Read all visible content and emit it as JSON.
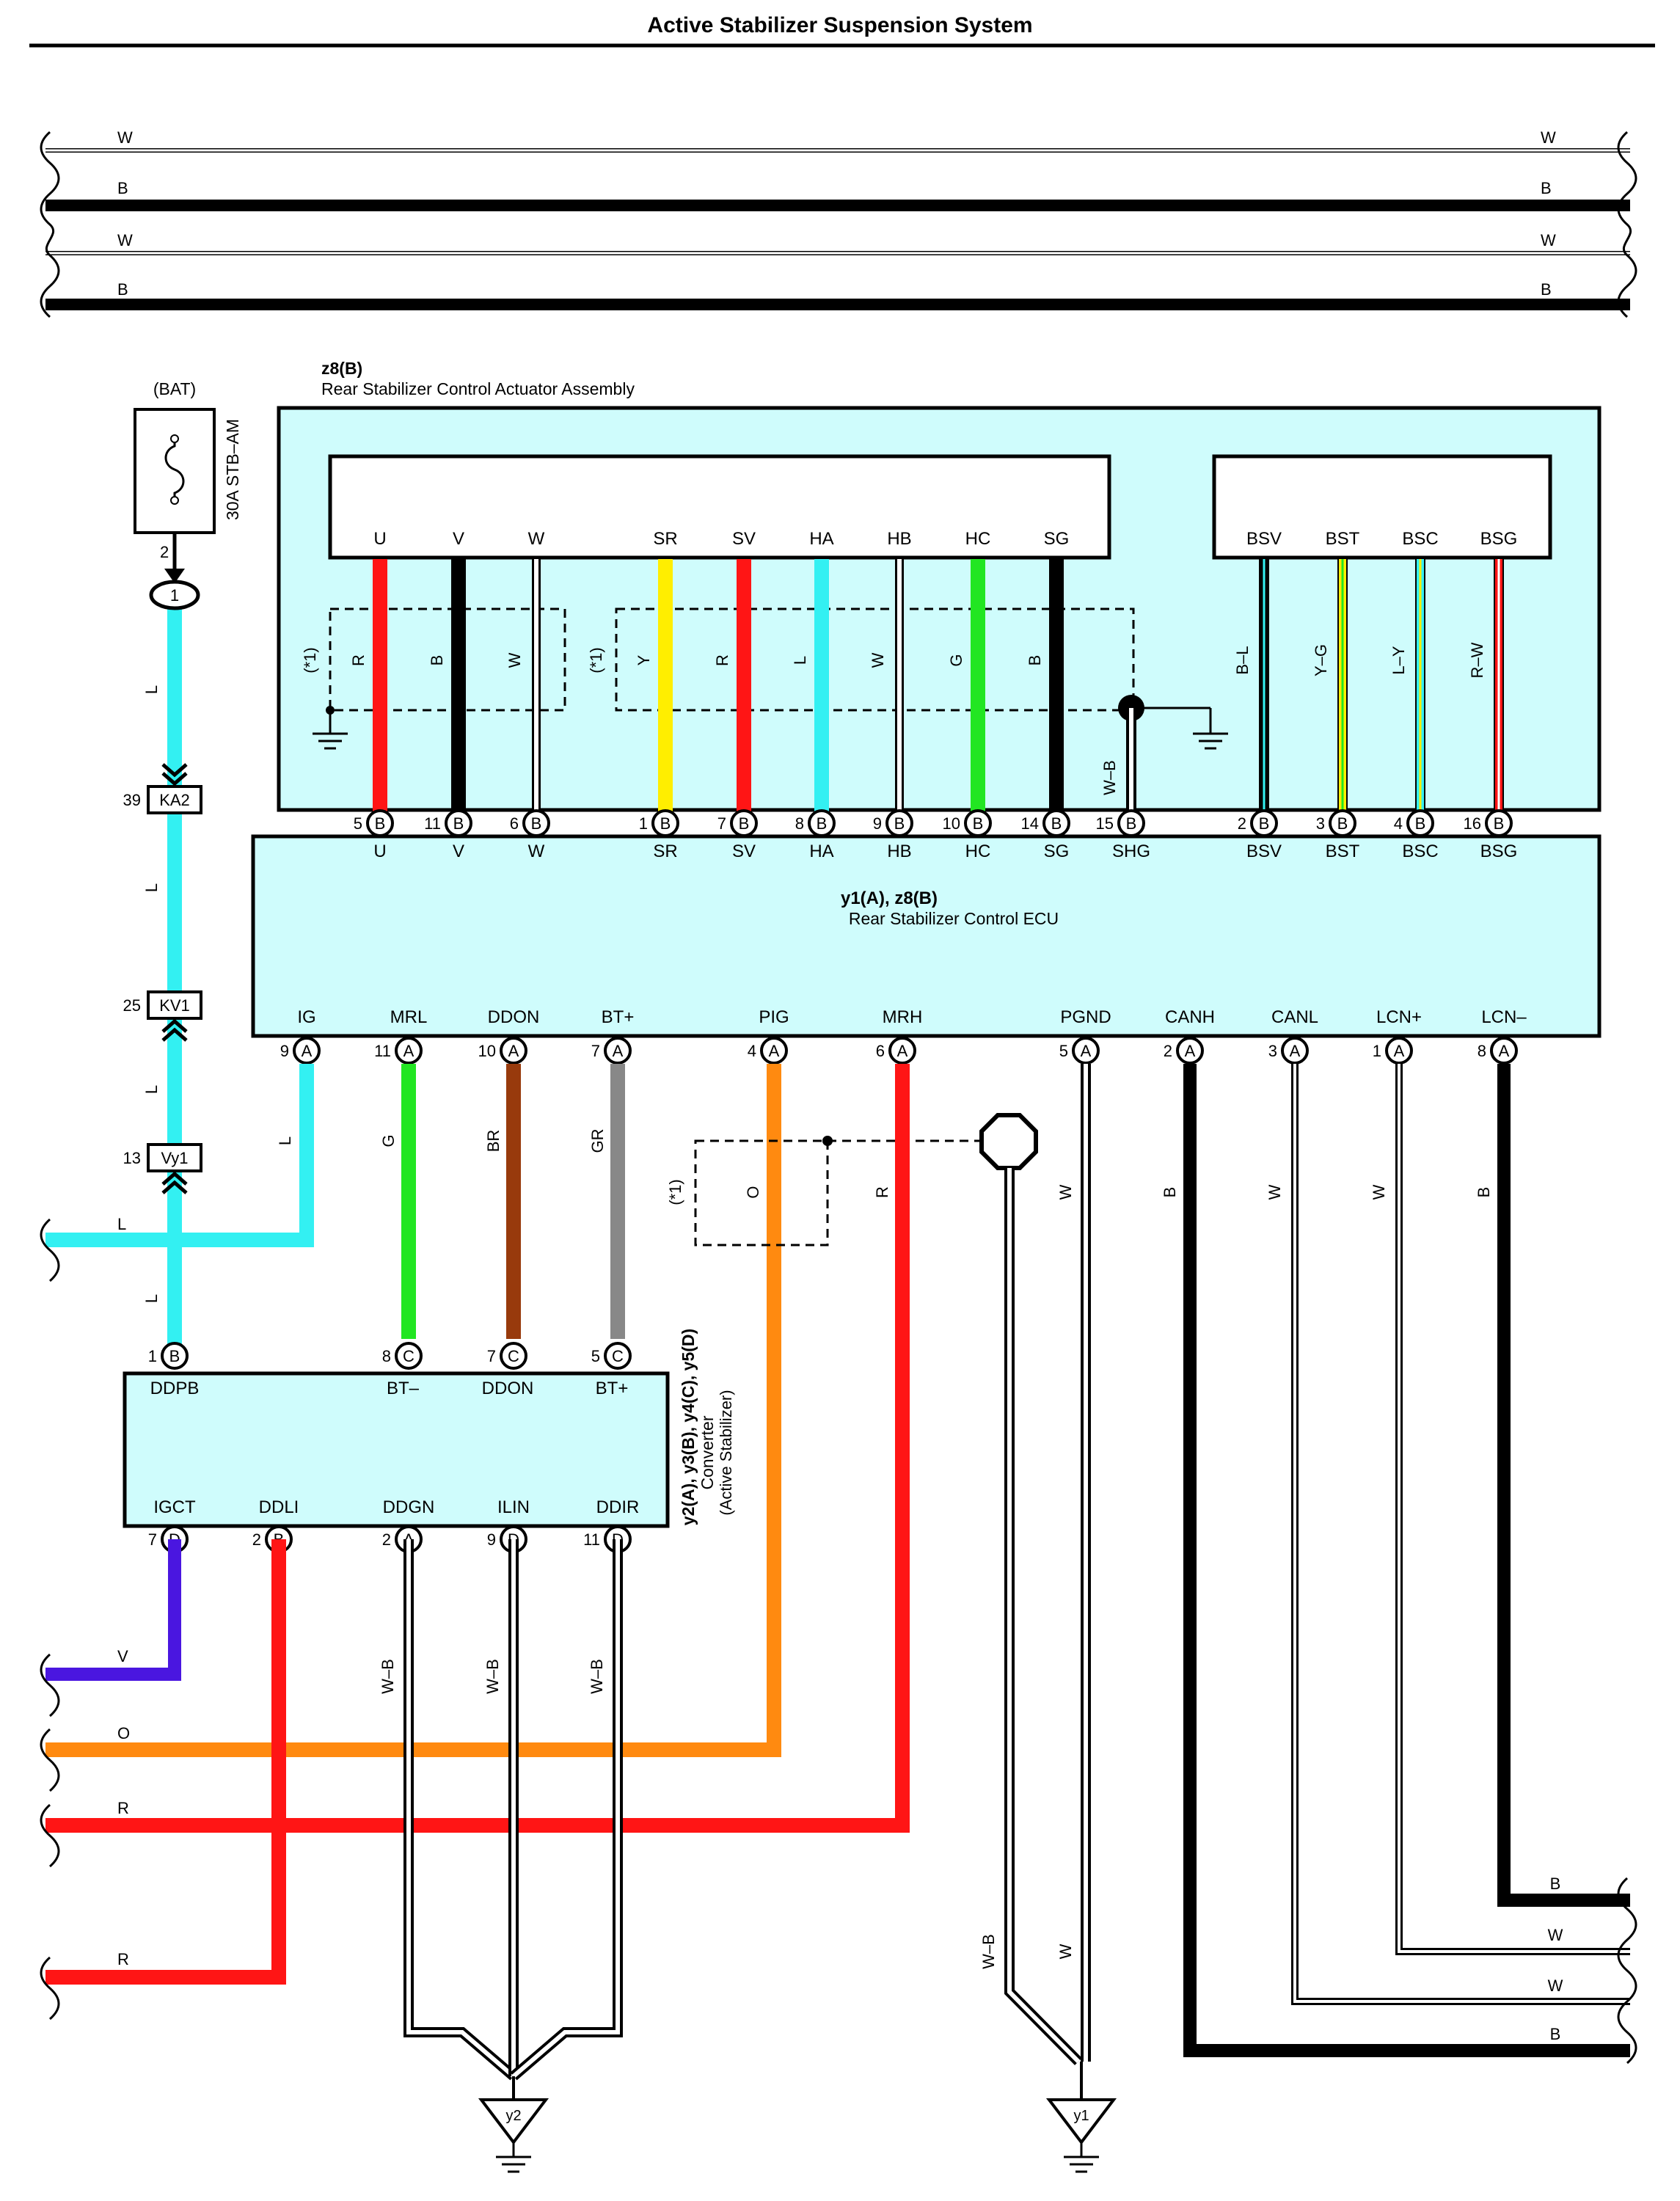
{
  "title": "Active Stabilizer Suspension System",
  "colors": {
    "L": "#33f0f2",
    "R": "#ff1515",
    "B": "#000000",
    "W": "#ffffff",
    "Y": "#ffee00",
    "G": "#22e622",
    "BR": "#983a0c",
    "GR": "#888888",
    "O": "#ff8a10",
    "V": "#4a16e0",
    "panel": "#cffcfc"
  },
  "top_wires": [
    "W",
    "B",
    "W",
    "B"
  ],
  "fuse": {
    "bat_label": "(BAT)",
    "name": "30A STB–AM",
    "pin": "2",
    "junction": "1"
  },
  "connectors_left": [
    {
      "pin": "39",
      "name": "KA2"
    },
    {
      "pin": "25",
      "name": "KV1"
    },
    {
      "pin": "13",
      "name": "Vy1"
    }
  ],
  "actuator": {
    "id": "z8(B)",
    "name": "Rear Stabilizer Control Actuator Assembly",
    "motor_pins": [
      "U",
      "V",
      "W",
      "SR",
      "SV",
      "HA",
      "HB",
      "HC",
      "SG"
    ],
    "sensor_pins": [
      "BSV",
      "BST",
      "BSC",
      "BSG"
    ],
    "shield_note": "(*1)"
  },
  "ecu": {
    "id": "y1(A), z8(B)",
    "name": "Rear Stabilizer Control ECU",
    "top_terminals": [
      {
        "num": "5",
        "conn": "B",
        "name": "U",
        "wire": "R"
      },
      {
        "num": "11",
        "conn": "B",
        "name": "V",
        "wire": "B"
      },
      {
        "num": "6",
        "conn": "B",
        "name": "W",
        "wire": "W"
      },
      {
        "num": "1",
        "conn": "B",
        "name": "SR",
        "wire": "Y"
      },
      {
        "num": "7",
        "conn": "B",
        "name": "SV",
        "wire": "R"
      },
      {
        "num": "8",
        "conn": "B",
        "name": "HA",
        "wire": "L"
      },
      {
        "num": "9",
        "conn": "B",
        "name": "HB",
        "wire": "W"
      },
      {
        "num": "10",
        "conn": "B",
        "name": "HC",
        "wire": "G"
      },
      {
        "num": "14",
        "conn": "B",
        "name": "SG",
        "wire": "B"
      },
      {
        "num": "15",
        "conn": "B",
        "name": "SHG",
        "wire": "W–B"
      },
      {
        "num": "2",
        "conn": "B",
        "name": "BSV",
        "wire": "B–L"
      },
      {
        "num": "3",
        "conn": "B",
        "name": "BST",
        "wire": "Y–G"
      },
      {
        "num": "4",
        "conn": "B",
        "name": "BSC",
        "wire": "L–Y"
      },
      {
        "num": "16",
        "conn": "B",
        "name": "BSG",
        "wire": "R–W"
      }
    ],
    "bottom_terminals": [
      {
        "num": "9",
        "conn": "A",
        "name": "IG",
        "wire": "L"
      },
      {
        "num": "11",
        "conn": "A",
        "name": "MRL",
        "wire": "G"
      },
      {
        "num": "10",
        "conn": "A",
        "name": "DDON",
        "wire": "BR"
      },
      {
        "num": "7",
        "conn": "A",
        "name": "BT+",
        "wire": "GR"
      },
      {
        "num": "4",
        "conn": "A",
        "name": "PIG",
        "wire": "O"
      },
      {
        "num": "6",
        "conn": "A",
        "name": "MRH",
        "wire": "R"
      },
      {
        "num": "5",
        "conn": "A",
        "name": "PGND",
        "wire": "W"
      },
      {
        "num": "2",
        "conn": "A",
        "name": "CANH",
        "wire": "B"
      },
      {
        "num": "3",
        "conn": "A",
        "name": "CANL",
        "wire": "W"
      },
      {
        "num": "1",
        "conn": "A",
        "name": "LCN+",
        "wire": "W"
      },
      {
        "num": "8",
        "conn": "A",
        "name": "LCN–",
        "wire": "B"
      }
    ]
  },
  "converter": {
    "id": "y2(A), y3(B), y4(C), y5(D)",
    "name": "Converter",
    "sub": "(Active Stabilizer)",
    "top_terminals": [
      {
        "num": "1",
        "conn": "B",
        "name": "DDPB"
      },
      {
        "num": "8",
        "conn": "C",
        "name": "BT–"
      },
      {
        "num": "7",
        "conn": "C",
        "name": "DDON"
      },
      {
        "num": "5",
        "conn": "C",
        "name": "BT+"
      }
    ],
    "bottom_terminals": [
      {
        "num": "7",
        "conn": "D",
        "name": "IGCT",
        "wire": "V"
      },
      {
        "num": "2",
        "conn": "B",
        "name": "DDLI",
        "wire": "R"
      },
      {
        "num": "2",
        "conn": "A",
        "name": "DDGN",
        "wire": "W–B"
      },
      {
        "num": "9",
        "conn": "D",
        "name": "ILIN",
        "wire": "W–B"
      },
      {
        "num": "11",
        "conn": "D",
        "name": "DDIR",
        "wire": "W–B"
      }
    ]
  },
  "left_exits": {
    "L": "L",
    "V": "V",
    "O": "O",
    "R1": "R",
    "R2": "R"
  },
  "right_exits": [
    "B",
    "W",
    "W",
    "B"
  ],
  "grounds": [
    "y2",
    "y1"
  ],
  "shield_wire": "W–B",
  "pgnd_wire": "W",
  "pig_note": "(*1)"
}
